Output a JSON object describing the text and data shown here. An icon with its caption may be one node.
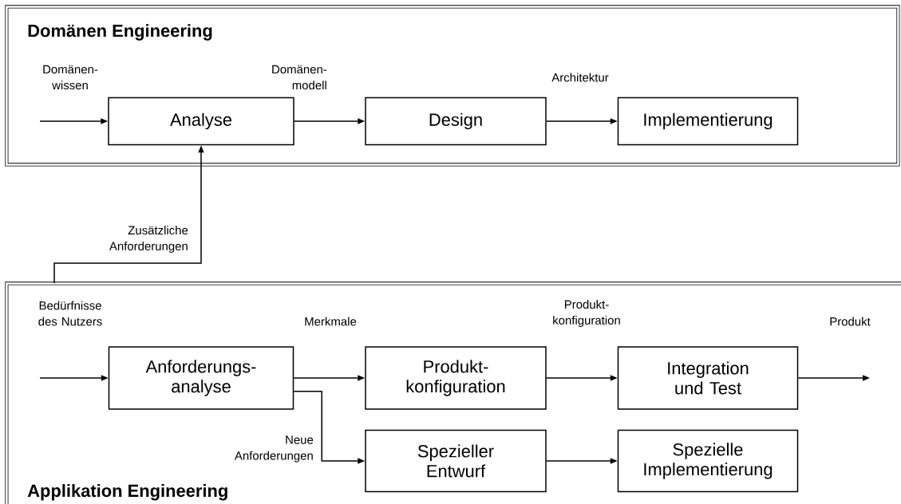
{
  "diagram": {
    "nodes": [
      {
        "text": [
          "Domänen Engineering"
        ]
      },
      {
        "text": [
          "Analyse"
        ],
        "in": 0
      },
      {
        "text": [
          "Design"
        ],
        "in": 0
      },
      {
        "text": [
          "Implementierung"
        ],
        "in": 0
      },
      {
        "text": [
          "Applikation Engineering"
        ]
      },
      {
        "text": [
          "Anforderungs- analyse"
        ],
        "in": 4
      },
      {
        "text": [
          "Produkt- konfiguration"
        ],
        "in": 4
      },
      {
        "text": [
          "Integration und Test"
        ],
        "in": 4
      },
      {
        "text": [
          "Spezieller Entwurf"
        ],
        "in": 4
      },
      {
        "text": [
          "Spezielle Implementierung"
        ],
        "in": 4
      }
    ],
    "edges": [
      {
        "from": null,
        "to": 1,
        "arrow": "to",
        "label": "Domänen- wissen"
      },
      {
        "from": 1,
        "to": 2,
        "arrow": "to",
        "label": "Domänen- modell"
      },
      {
        "from": 2,
        "to": 3,
        "arrow": "to",
        "label": "Architektur"
      },
      {
        "from": 4,
        "to": 1,
        "arrow": "to",
        "label": "Zusätzliche Anforderungen"
      },
      {
        "from": null,
        "to": 5,
        "arrow": "to",
        "label": "Bedürfnisse des Nutzers"
      },
      {
        "from": 5,
        "to": 6,
        "arrow": "to",
        "label": "Merkmale"
      },
      {
        "from": 6,
        "to": 7,
        "arrow": "to",
        "label": "Produkt- konfiguration"
      },
      {
        "from": 7,
        "to": null,
        "arrow": "to",
        "label": "Produkt"
      },
      {
        "from": 5,
        "to": 8,
        "arrow": "to",
        "label": "Neue Anforderungen"
      },
      {
        "from": 8,
        "to": 9,
        "arrow": "to"
      }
    ]
  }
}
